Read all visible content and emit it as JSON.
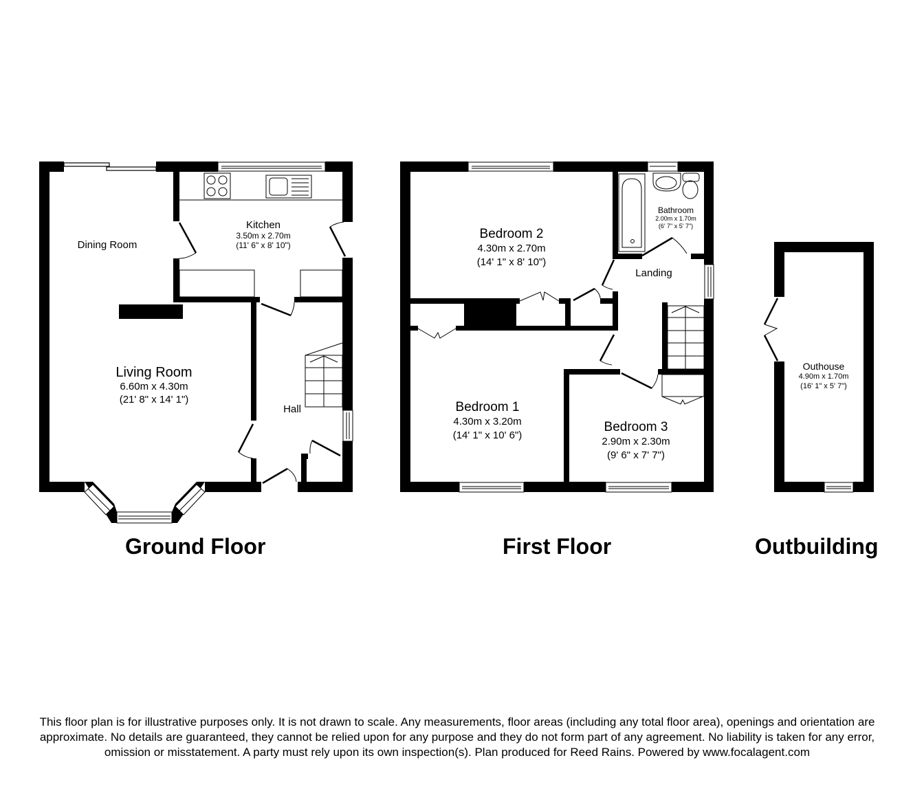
{
  "floors": [
    {
      "title": "Ground Floor"
    },
    {
      "title": "First Floor"
    },
    {
      "title": "Outbuilding"
    }
  ],
  "rooms": {
    "dining_room": {
      "name": "Dining Room"
    },
    "kitchen": {
      "name": "Kitchen",
      "metric": "3.50m x 2.70m",
      "imperial": "(11' 6\" x 8' 10\")"
    },
    "living_room": {
      "name": "Living Room",
      "metric": "6.60m x 4.30m",
      "imperial": "(21' 8\" x 14' 1\")"
    },
    "hall": {
      "name": "Hall"
    },
    "bedroom_2": {
      "name": "Bedroom 2",
      "metric": "4.30m x 2.70m",
      "imperial": "(14' 1\" x 8' 10\")"
    },
    "bathroom": {
      "name": "Bathroom",
      "metric": "2.00m x 1.70m",
      "imperial": "(6' 7\" x 5' 7\")"
    },
    "landing": {
      "name": "Landing"
    },
    "bedroom_1": {
      "name": "Bedroom 1",
      "metric": "4.30m x 3.20m",
      "imperial": "(14' 1\" x 10' 6\")"
    },
    "bedroom_3": {
      "name": "Bedroom 3",
      "metric": "2.90m x 2.30m",
      "imperial": "(9' 6\" x 7' 7\")"
    },
    "outhouse": {
      "name": "Outhouse",
      "metric": "4.90m x 1.70m",
      "imperial": "(16' 1\" x 5' 7\")"
    }
  },
  "colors": {
    "wall": "#000000",
    "background": "#ffffff",
    "fixture_line": "#333333"
  },
  "disclaimer": "This floor plan is for illustrative purposes only. It is not drawn to scale. Any measurements, floor areas (including any total floor area), openings and orientation are approximate. No details are guaranteed, they cannot be relied upon for any purpose and they do not form part of any agreement. No liability is taken for any error, omission or misstatement. A party must rely upon its own inspection(s). Plan produced for Reed Rains. Powered by www.focalagent.com"
}
